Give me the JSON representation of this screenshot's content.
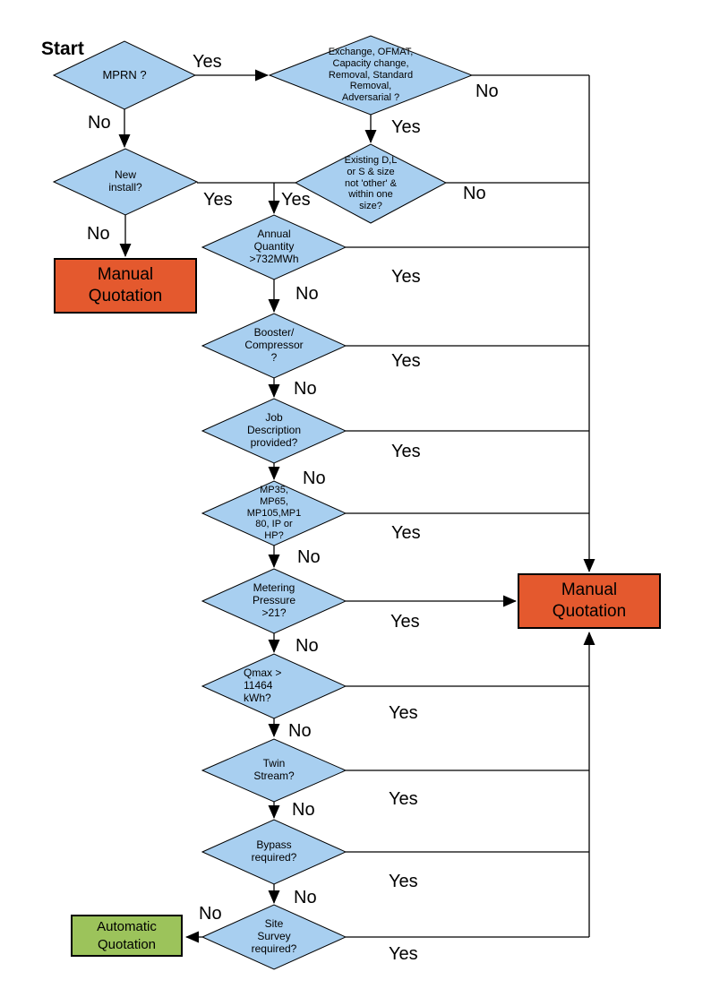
{
  "flowchart": {
    "start_label": "Start",
    "colors": {
      "decision_fill": "#A8CFF0",
      "decision_border": "#000000",
      "manual_fill": "#E4592E",
      "automatic_fill": "#9CC35B",
      "line": "#000000"
    },
    "decisions": [
      {
        "id": "mprn",
        "text": "MPRN ?"
      },
      {
        "id": "exchange",
        "text": "Exchange, OFMAT,\nCapacity change,\nRemoval, Standard\nRemoval,\nAdversarial ?"
      },
      {
        "id": "existing",
        "text": "Existing D,L\nor S & size\nnot 'other' &\nwithin one\nsize?"
      },
      {
        "id": "newinstall",
        "text": "New\ninstall?"
      },
      {
        "id": "annual",
        "text": "Annual\nQuantity\n>732MWh"
      },
      {
        "id": "booster",
        "text": "Booster/\nCompressor\n?"
      },
      {
        "id": "jobdesc",
        "text": "Job\nDescription\nprovided?"
      },
      {
        "id": "mp35",
        "text": "MP35,\nMP65,\nMP105,MP1\n80, IP or\nHP?"
      },
      {
        "id": "metering",
        "text": "Metering\nPressure\n>21?"
      },
      {
        "id": "qmax",
        "text": "Qmax >\n11464\nkWh?"
      },
      {
        "id": "twin",
        "text": "Twin\nStream?"
      },
      {
        "id": "bypass",
        "text": "Bypass\nrequired?"
      },
      {
        "id": "site",
        "text": "Site\nSurvey\nrequired?"
      }
    ],
    "terminals": [
      {
        "id": "manual_left",
        "text": "Manual\nQuotation"
      },
      {
        "id": "manual_right",
        "text": "Manual\nQuotation"
      },
      {
        "id": "automatic",
        "text": "Automatic\nQuotation"
      }
    ],
    "edge_labels": {
      "mprn_yes": "Yes",
      "mprn_no": "No",
      "exchange_yes": "Yes",
      "exchange_no": "No",
      "existing_yes": "Yes",
      "existing_no": "No",
      "newinstall_yes": "Yes",
      "newinstall_no": "No",
      "annual_yes": "Yes",
      "annual_no": "No",
      "booster_yes": "Yes",
      "booster_no": "No",
      "jobdesc_yes": "Yes",
      "jobdesc_no": "No",
      "mp35_yes": "Yes",
      "mp35_no": "No",
      "metering_yes": "Yes",
      "metering_no": "No",
      "qmax_yes": "Yes",
      "qmax_no": "No",
      "twin_yes": "Yes",
      "twin_no": "No",
      "bypass_yes": "Yes",
      "bypass_no": "No",
      "site_yes": "Yes",
      "site_no": "No"
    }
  }
}
